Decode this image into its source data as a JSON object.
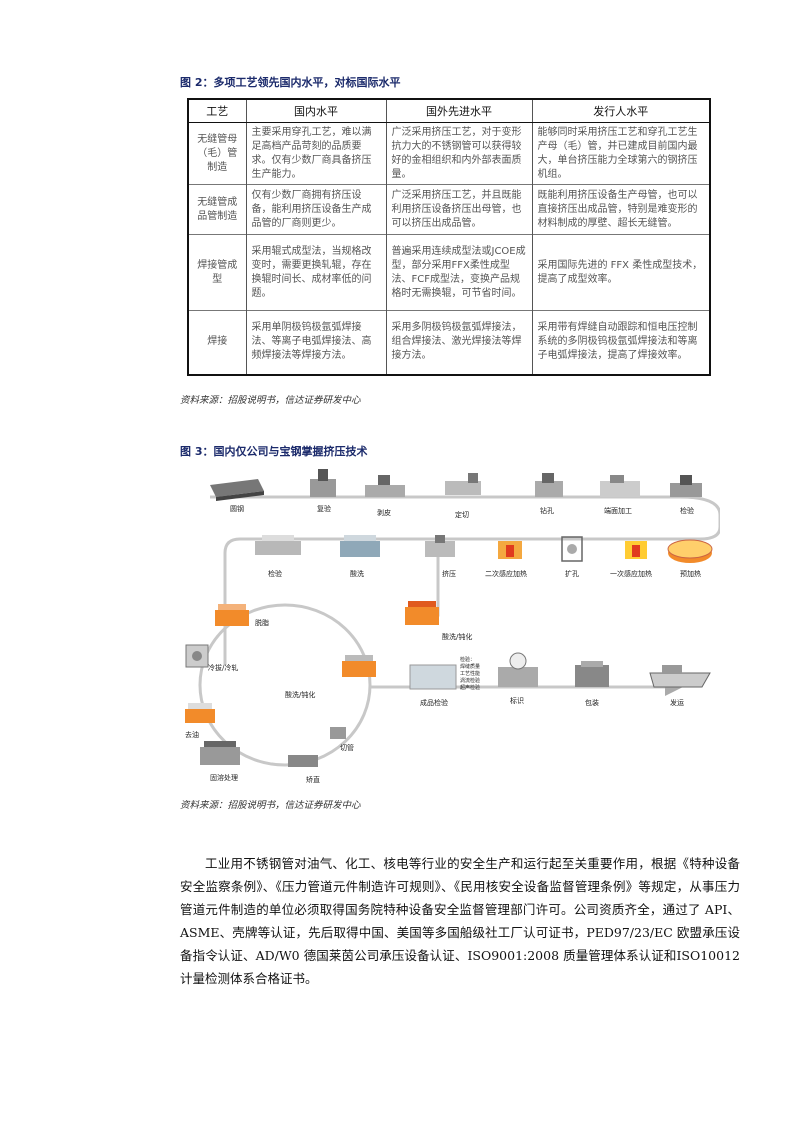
{
  "figure2": {
    "title": "图 2：多项工艺领先国内水平，对标国际水平",
    "headers": [
      "工艺",
      "国内水平",
      "国外先进水平",
      "发行人水平"
    ],
    "rows": [
      [
        "无缝管母（毛）管制造",
        "主要采用穿孔工艺，难以满足高档产品苛刻的品质要求。仅有少数厂商具备挤压生产能力。",
        "广泛采用挤压工艺，对于变形抗力大的不锈钢管可以获得较好的金相组织和内外部表面质量。",
        "能够同时采用挤压工艺和穿孔工艺生产母（毛）管，并已建成目前国内最大，单台挤压能力全球第六的钢挤压机组。"
      ],
      [
        "无缝管成品管制造",
        "仅有少数厂商拥有挤压设备，能利用挤压设备生产成品管的厂商则更少。",
        "广泛采用挤压工艺，并且既能利用挤压设备挤压出母管，也可以挤压出成品管。",
        "既能利用挤压设备生产母管，也可以直接挤压出成品管，特别是难变形的材料制成的厚壁、超长无缝管。"
      ],
      [
        "焊接管成型",
        "采用辊式成型法，当规格改变时，需要更换轧辊，存在换辊时间长、成材率低的问题。",
        "普遍采用连续成型法或JCOE成型，部分采用FFX柔性成型法、FCF成型法，变换产品规格时无需换辊，可节省时间。",
        "采用国际先进的 FFX 柔性成型技术，提高了成型效率。"
      ],
      [
        "焊接",
        "采用单阴极钨极氩弧焊接法、等离子电弧焊接法、高频焊接法等焊接方法。",
        "采用多阴极钨极氩弧焊接法，组合焊接法、激光焊接法等焊接方法。",
        "采用带有焊缝自动跟踪和恒电压控制系统的多阴极钨极氩弧焊接法和等离子电弧焊接法，提高了焊接效率。"
      ]
    ],
    "source": "资料来源：招股说明书，信达证券研发中心"
  },
  "figure3": {
    "title": "图 3：国内仅公司与宝钢掌握挤压技术",
    "stages_row1": [
      "圆钢",
      "复验",
      "剥皮",
      "定切",
      "钻孔",
      "端面加工",
      "检验"
    ],
    "stages_row2": [
      "预加热",
      "一次感应加热",
      "扩孔",
      "二次感应加热",
      "挤压",
      "酸洗",
      "检验"
    ],
    "stage_mid": "酸洗/钝化",
    "loop_labels": [
      "脱脂",
      "冷拔/冷轧",
      "去油",
      "固溶处理",
      "矫直",
      "切管",
      "酸洗/钝化"
    ],
    "stages_row4": [
      "成品检验",
      "标识",
      "包装",
      "发运"
    ],
    "inspection_lines": [
      "检验：",
      "焊缝质量",
      "工艺性能",
      "涡流检验",
      "超声检验"
    ],
    "source": "资料来源：招股说明书，信达证券研发中心"
  },
  "paragraph": "工业用不锈钢管对油气、化工、核电等行业的安全生产和运行起至关重要作用，根据《特种设备安全监察条例》、《压力管道元件制造许可规则》、《民用核安全设备监督管理条例》等规定，从事压力管道元件制造的单位必须取得国务院特种设备安全监督管理部门许可。公司资质齐全，通过了 API、ASME、壳牌等认证，先后取得中国、美国等多国船级社工厂认可证书，PED97/23/EC 欧盟承压设备指令认证、AD/W0 德国莱茵公司承压设备认证、ISO9001:2008 质量管理体系认证和ISO10012 计量检测体系合格证书。"
}
